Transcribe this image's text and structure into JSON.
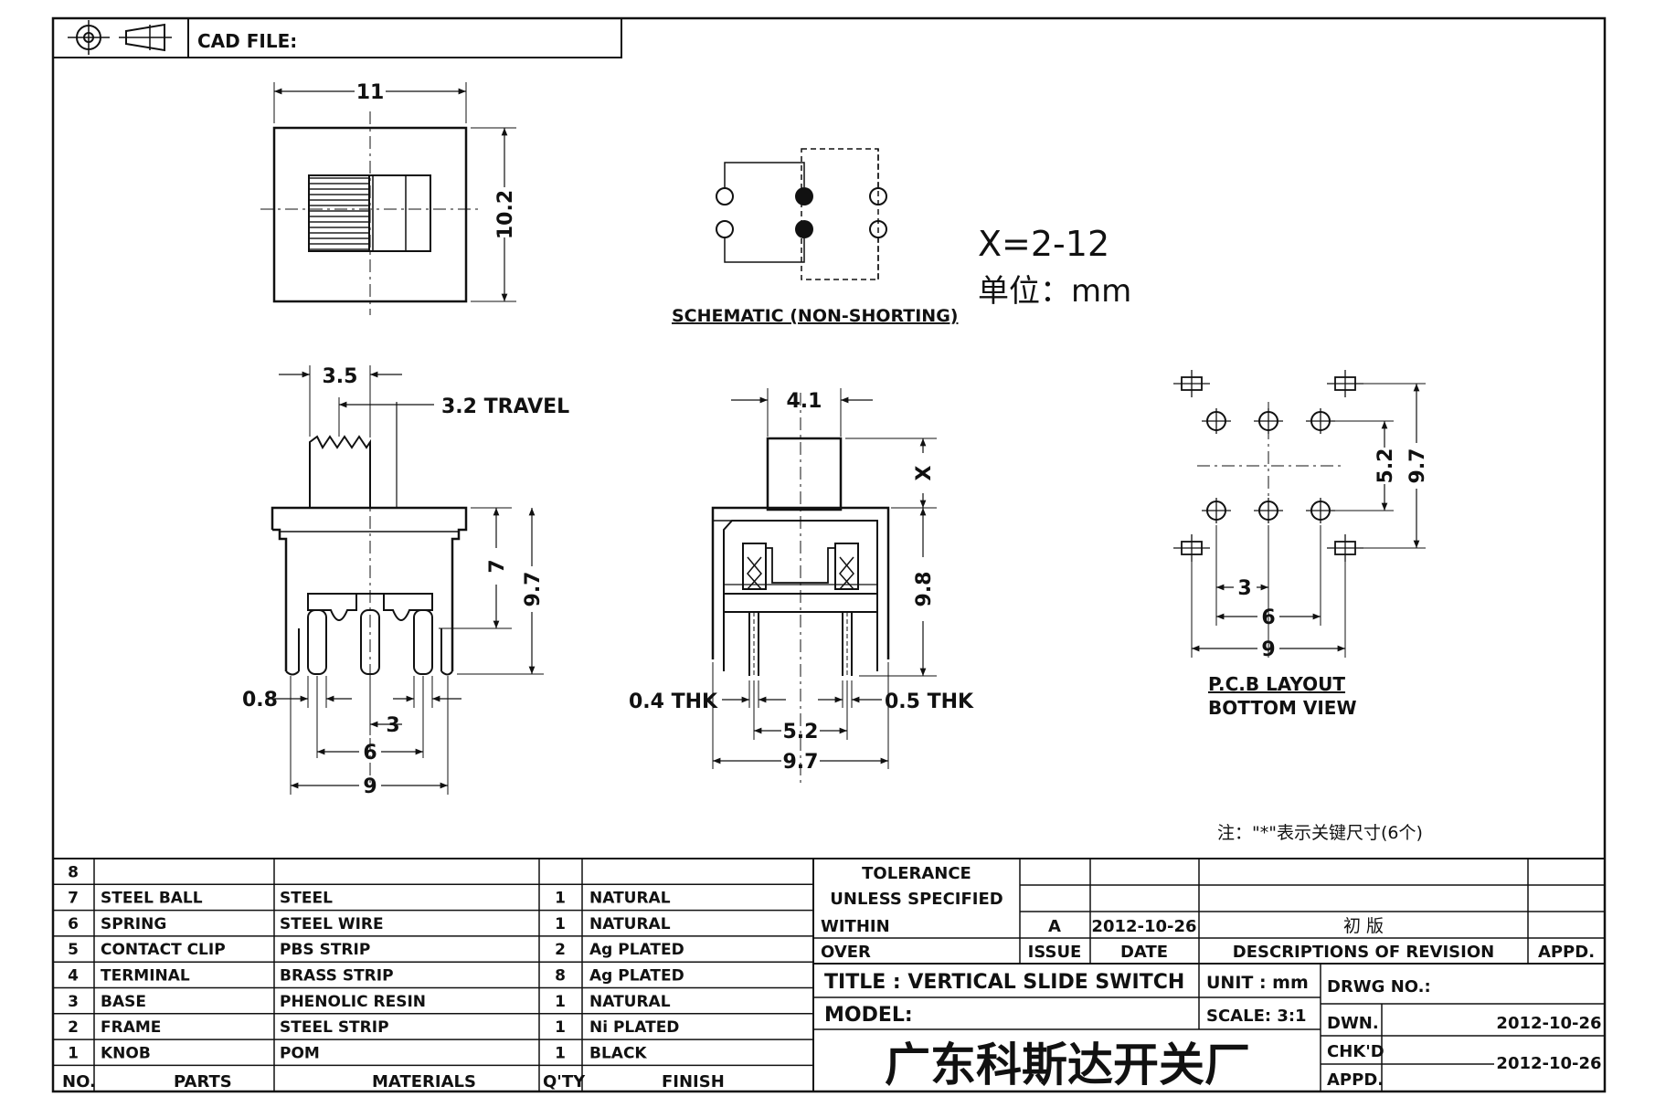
{
  "header": {
    "cad_file_label": "CAD FILE:"
  },
  "top_view": {
    "width_dim": "11",
    "height_dim": "10.2"
  },
  "schematic": {
    "caption": "SCHEMATIC (NON-SHORTING)"
  },
  "notes": {
    "x_range": "X=2-12",
    "unit": "单位：mm",
    "star_note": "注：\"*\"表示关键尺寸(6个)"
  },
  "side_view": {
    "knob_width": "3.5",
    "travel": "3.2 TRAVEL",
    "frame_height": "7",
    "total_height": "9.7",
    "pin_width": "0.8",
    "pitch_3": "3",
    "pitch_6": "6",
    "pitch_9": "9"
  },
  "front_view": {
    "knob_width": "4.1",
    "knob_height": "X",
    "height": "9.8",
    "left_thk": "0.4 THK",
    "right_thk": "0.5 THK",
    "inner_width": "5.2",
    "outer_width": "9.7"
  },
  "pcb_layout": {
    "row_spacing": "5.2",
    "overall_height": "9.7",
    "pitch_3": "3",
    "pitch_6": "6",
    "pitch_9": "9",
    "caption_line1": "P.C.B LAYOUT",
    "caption_line2": "BOTTOM VIEW"
  },
  "bom": {
    "headers": {
      "no": "NO.",
      "parts": "PARTS",
      "materials": "MATERIALS",
      "qty": "Q'TY",
      "finish": "FINISH"
    },
    "rows": [
      {
        "no": "8",
        "part": "",
        "material": "",
        "qty": "",
        "finish": ""
      },
      {
        "no": "7",
        "part": "STEEL BALL",
        "material": "STEEL",
        "qty": "1",
        "finish": "NATURAL"
      },
      {
        "no": "6",
        "part": "SPRING",
        "material": "STEEL WIRE",
        "qty": "1",
        "finish": "NATURAL"
      },
      {
        "no": "5",
        "part": "CONTACT CLIP",
        "material": "PBS STRIP",
        "qty": "2",
        "finish": "Ag PLATED"
      },
      {
        "no": "4",
        "part": "TERMINAL",
        "material": "BRASS STRIP",
        "qty": "8",
        "finish": "Ag PLATED"
      },
      {
        "no": "3",
        "part": "BASE",
        "material": "PHENOLIC RESIN",
        "qty": "1",
        "finish": "NATURAL"
      },
      {
        "no": "2",
        "part": "FRAME",
        "material": "STEEL STRIP",
        "qty": "1",
        "finish": "Ni PLATED"
      },
      {
        "no": "1",
        "part": "KNOB",
        "material": "POM",
        "qty": "1",
        "finish": "BLACK"
      }
    ]
  },
  "title_block": {
    "tolerance": "TOLERANCE",
    "unless_specified": "UNLESS SPECIFIED",
    "within": "WITHIN",
    "over": "OVER",
    "rev_issue": "A",
    "rev_date": "2012-10-26",
    "rev_desc": "初 版",
    "issue_label": "ISSUE",
    "date_label": "DATE",
    "desc_label": "DESCRIPTIONS OF REVISION",
    "appd_label": "APPD.",
    "title": "TITLE :  VERTICAL SLIDE SWITCH",
    "unit": "UNIT :  mm",
    "drwg_no": "DRWG NO.:",
    "model": "MODEL:",
    "scale": "SCALE:  3:1",
    "company": "广东科斯达开关厂",
    "dwn_label": "DWN.",
    "dwn_date": "2012-10-26",
    "chkd_label": "CHK'D",
    "chkd_date": "2012-10-26",
    "appd2_label": "APPD."
  }
}
